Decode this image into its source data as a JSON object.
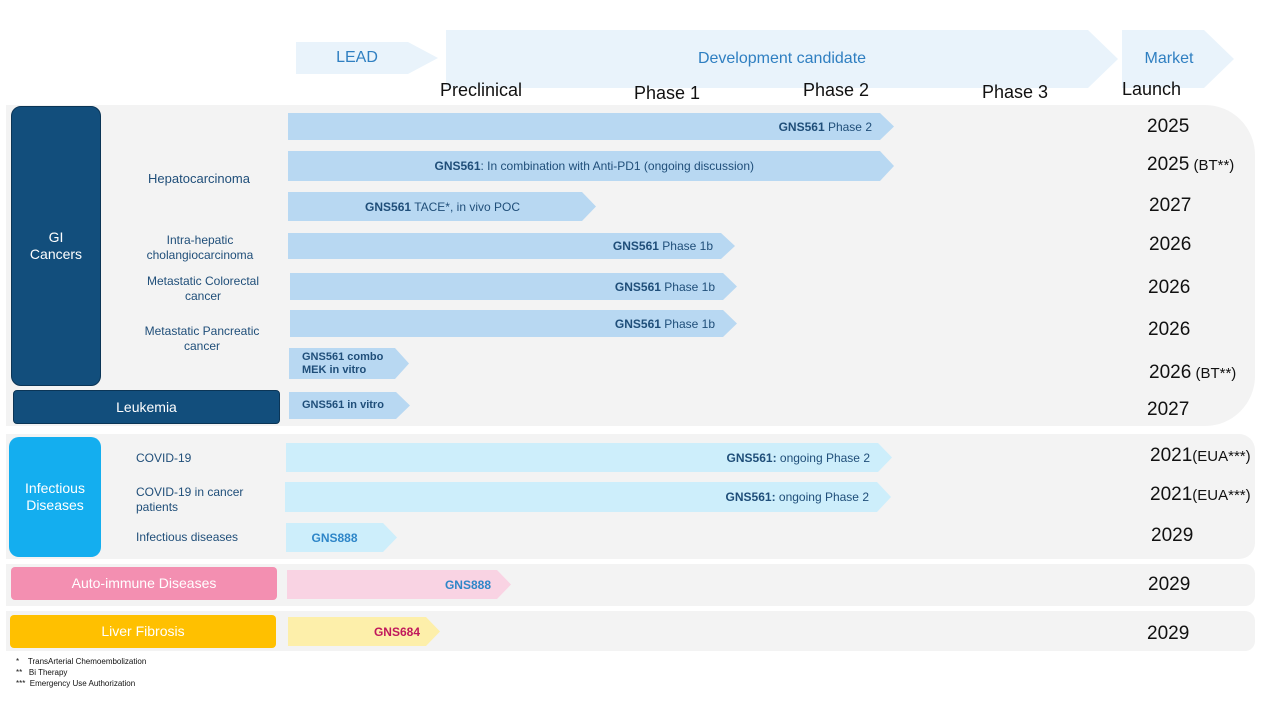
{
  "header": {
    "lead": "LEAD",
    "development": "Development candidate",
    "market": "Market",
    "phases": {
      "preclinical": "Preclinical",
      "phase1": "Phase 1",
      "phase2": "Phase 2",
      "phase3": "Phase 3",
      "launch": "Launch"
    }
  },
  "categories": {
    "gi": "GI\nCancers",
    "leukemia": "Leukemia",
    "infectious": "Infectious\nDiseases",
    "autoimmune": "Auto-immune Diseases",
    "liver": "Liver Fibrosis"
  },
  "indications": {
    "hepatocarcinoma": "Hepatocarcinoma",
    "intrahepatic": "Intra-hepatic\ncholangiocarcinoma",
    "colorectal": "Metastatic Colorectal\ncancer",
    "pancreatic": "Metastatic Pancreatic\ncancer",
    "covid": "COVID-19",
    "covid_cancer": "COVID-19 in cancer\npatients",
    "infectious_diseases": "Infectious diseases"
  },
  "programs": [
    {
      "bold": "GNS561",
      "rest": " Phase 2",
      "launch": "2025",
      "launch_note": ""
    },
    {
      "bold": "GNS561",
      "rest": ": In combination with Anti-PD1 (ongoing discussion)",
      "launch": "2025",
      "launch_note": " (BT**)"
    },
    {
      "bold": "GNS561",
      "rest": " TACE*, in vivo POC",
      "launch": "2027",
      "launch_note": ""
    },
    {
      "bold": "GNS561",
      "rest": " Phase 1b",
      "launch": "2026",
      "launch_note": ""
    },
    {
      "bold": "GNS561",
      "rest": " Phase 1b",
      "launch": "2026",
      "launch_note": ""
    },
    {
      "bold": "GNS561",
      "rest": " Phase 1b",
      "launch": "2026",
      "launch_note": ""
    },
    {
      "bold": "GNS561 combo\nMEK in vitro",
      "rest": "",
      "launch": "2026",
      "launch_note": " (BT**)"
    },
    {
      "bold": "GNS561 in vitro",
      "rest": "",
      "launch": "2027",
      "launch_note": ""
    },
    {
      "bold": "GNS561:",
      "rest": " ongoing Phase 2",
      "launch": "2021",
      "launch_note": "(EUA***)"
    },
    {
      "bold": "GNS561:",
      "rest": " ongoing Phase 2",
      "launch": "2021",
      "launch_note": "(EUA***)"
    },
    {
      "bold": "GNS888",
      "rest": "",
      "launch": "2029",
      "launch_note": ""
    },
    {
      "bold": "GNS888",
      "rest": "",
      "launch": "2029",
      "launch_note": ""
    },
    {
      "bold": "GNS684",
      "rest": "",
      "launch": "2029",
      "launch_note": ""
    }
  ],
  "footnotes": [
    "*    TransArterial Chemoembolization",
    "**   Bi Therapy",
    "***  Emergency Use Authorization"
  ],
  "colors": {
    "gi": "#124e7c",
    "infectious": "#14aeef",
    "autoimmune": "#f38fb1",
    "liver": "#ffc000",
    "gns888_text": "#2e86c8",
    "gns684_text": "#c0185c"
  }
}
